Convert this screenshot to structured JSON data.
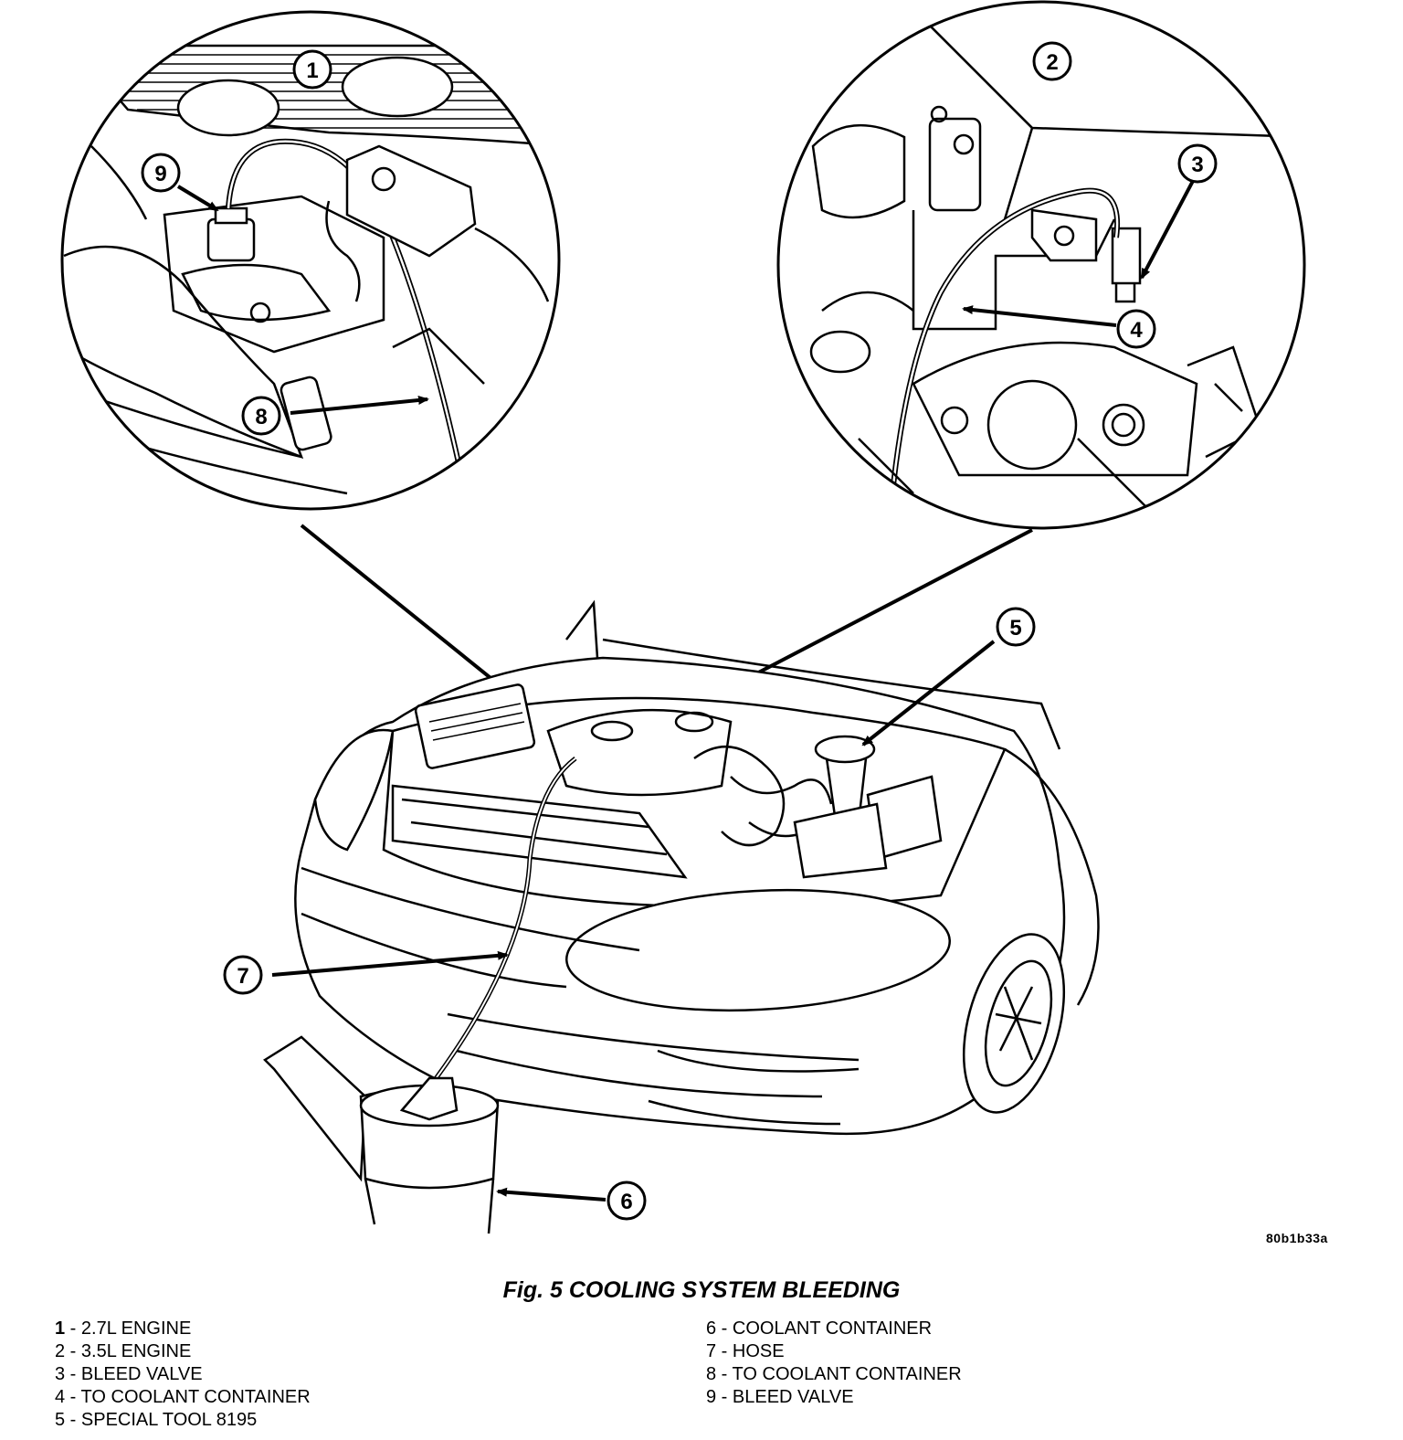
{
  "figure_id": "80b1b33a",
  "caption": "Fig. 5 COOLING SYSTEM BLEEDING",
  "callouts": [
    "1",
    "2",
    "3",
    "4",
    "5",
    "6",
    "7",
    "8",
    "9"
  ],
  "legend": [
    {
      "num": "1",
      "text": " - 2.7L ENGINE"
    },
    {
      "num": "2",
      "text": " - 3.5L ENGINE"
    },
    {
      "num": "3",
      "text": " - BLEED VALVE"
    },
    {
      "num": "4",
      "text": " - TO COOLANT CONTAINER"
    },
    {
      "num": "5",
      "text": " - SPECIAL TOOL 8195"
    },
    {
      "num": "6",
      "text": " - COOLANT CONTAINER"
    },
    {
      "num": "7",
      "text": " - HOSE"
    },
    {
      "num": "8",
      "text": " - TO COOLANT CONTAINER"
    },
    {
      "num": "9",
      "text": " - BLEED VALVE"
    }
  ]
}
